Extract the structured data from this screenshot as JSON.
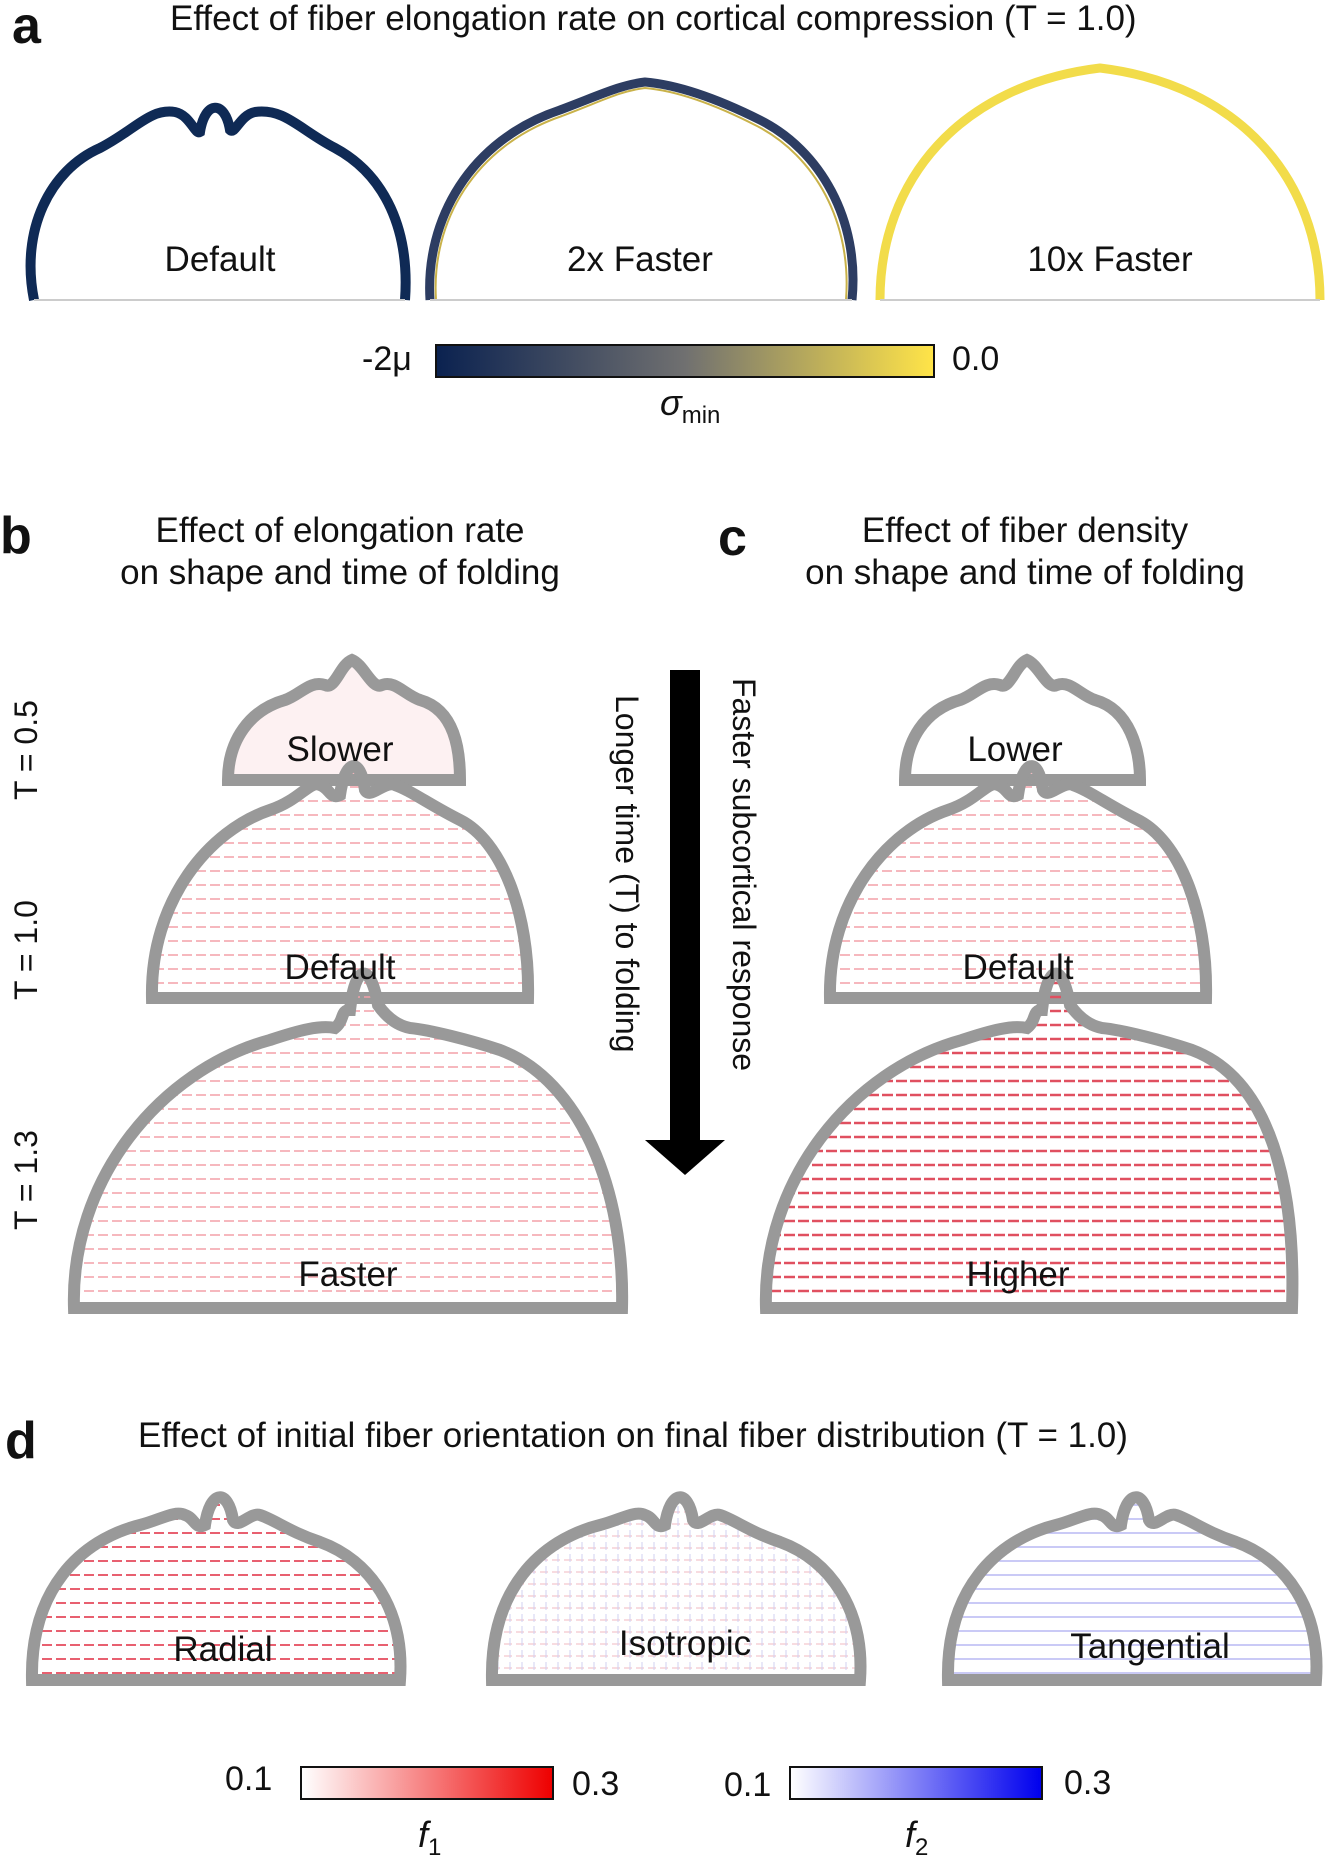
{
  "panel_a": {
    "letter": "a",
    "title": "Effect of fiber elongation rate on cortical compression (T = 1.0)",
    "shapes": [
      {
        "label": "Default",
        "stress_color": "#0f2a55"
      },
      {
        "label": "2x Faster",
        "stress_color": "#2d3d62"
      },
      {
        "label": "10x Faster",
        "stress_color": "#f2dc4a"
      }
    ],
    "colorbar": {
      "min_label": "-2μ",
      "max_label": "0.0",
      "symbol": "σ",
      "subscript": "min",
      "color_low": "#0b2250",
      "color_high": "#ffe448"
    }
  },
  "panel_b": {
    "letter": "b",
    "title_line1": "Effect of elongation rate",
    "title_line2": "on shape and time of folding",
    "rows": [
      {
        "t_label": "T = 0.5",
        "label": "Slower"
      },
      {
        "t_label": "T = 1.0",
        "label": "Default"
      },
      {
        "t_label": "T = 1.3",
        "label": "Faster"
      }
    ]
  },
  "panel_c": {
    "letter": "c",
    "title_line1": "Effect of fiber density",
    "title_line2": "on shape and time of folding",
    "rows": [
      {
        "label": "Lower"
      },
      {
        "label": "Default"
      },
      {
        "label": "Higher"
      }
    ]
  },
  "arrow": {
    "left_text": "Longer time (T) to folding",
    "right_text": "Faster subcortical response"
  },
  "panel_d": {
    "letter": "d",
    "title": "Effect of initial fiber orientation on final fiber distribution (T = 1.0)",
    "shapes": [
      {
        "label": "Radial"
      },
      {
        "label": "Isotropic"
      },
      {
        "label": "Tangential"
      }
    ],
    "colorbar_f1": {
      "min_label": "0.1",
      "max_label": "0.3",
      "symbol": "f",
      "subscript": "1",
      "color_high": "#ee0000"
    },
    "colorbar_f2": {
      "min_label": "0.1",
      "max_label": "0.3",
      "symbol": "f",
      "subscript": "2",
      "color_high": "#0000ee"
    }
  }
}
